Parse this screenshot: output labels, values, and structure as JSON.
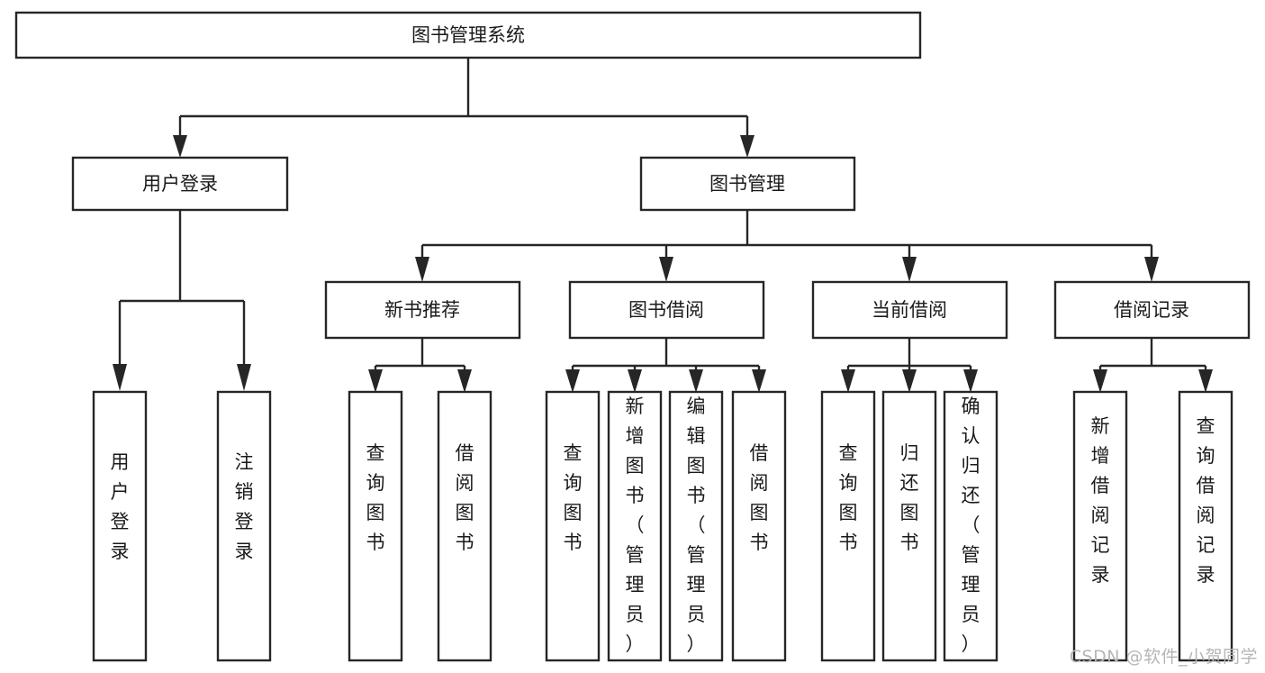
{
  "diagram": {
    "title": "图书管理系统",
    "watermark": "CSDN @软件_小贺同学",
    "colors": {
      "stroke": "#262626",
      "fill": "#ffffff",
      "text": "#1a1a1a",
      "watermark": "#b6b6b6",
      "background": "#ffffff"
    },
    "nodes": {
      "root": "图书管理系统",
      "level2": {
        "user_login": "用户登录",
        "book_management": "图书管理"
      },
      "level3": {
        "new_book_recommend": "新书推荐",
        "book_borrow": "图书借阅",
        "current_borrow": "当前借阅",
        "borrow_record": "借阅记录"
      },
      "leaves": {
        "login_user_login": "用户登录",
        "login_logout": "注销登录",
        "recommend_query_book": "查询图书",
        "recommend_borrow_book": "借阅图书",
        "borrow_query_book": "查询图书",
        "borrow_add_book": "新增图书（管理员）",
        "borrow_edit_book": "编辑图书（管理员）",
        "borrow_borrow_book": "借阅图书",
        "current_query_book": "查询图书",
        "current_return_book": "归还图书",
        "current_confirm_return": "确认归还（管理员）",
        "record_add_record": "新增借阅记录",
        "record_query_record": "查询借阅记录"
      }
    }
  },
  "chart_data": {
    "type": "diagram",
    "subtype": "tree-hierarchy",
    "title": "图书管理系统",
    "orientation": "top-down",
    "levels": 4,
    "node_count": 20,
    "tree": {
      "label": "图书管理系统",
      "children": [
        {
          "label": "用户登录",
          "children": [
            {
              "label": "用户登录",
              "children": []
            },
            {
              "label": "注销登录",
              "children": []
            }
          ]
        },
        {
          "label": "图书管理",
          "children": [
            {
              "label": "新书推荐",
              "children": [
                {
                  "label": "查询图书",
                  "children": []
                },
                {
                  "label": "借阅图书",
                  "children": []
                }
              ]
            },
            {
              "label": "图书借阅",
              "children": [
                {
                  "label": "查询图书",
                  "children": []
                },
                {
                  "label": "新增图书（管理员）",
                  "children": []
                },
                {
                  "label": "编辑图书（管理员）",
                  "children": []
                },
                {
                  "label": "借阅图书",
                  "children": []
                }
              ]
            },
            {
              "label": "当前借阅",
              "children": [
                {
                  "label": "查询图书",
                  "children": []
                },
                {
                  "label": "归还图书",
                  "children": []
                },
                {
                  "label": "确认归还（管理员）",
                  "children": []
                }
              ]
            },
            {
              "label": "借阅记录",
              "children": [
                {
                  "label": "新增借阅记录",
                  "children": []
                },
                {
                  "label": "查询借阅记录",
                  "children": []
                }
              ]
            }
          ]
        }
      ]
    },
    "edges": [
      {
        "from": "图书管理系统",
        "to": "用户登录"
      },
      {
        "from": "图书管理系统",
        "to": "图书管理"
      },
      {
        "from": "用户登录",
        "to": "用户登录"
      },
      {
        "from": "用户登录",
        "to": "注销登录"
      },
      {
        "from": "图书管理",
        "to": "新书推荐"
      },
      {
        "from": "图书管理",
        "to": "图书借阅"
      },
      {
        "from": "图书管理",
        "to": "当前借阅"
      },
      {
        "from": "图书管理",
        "to": "借阅记录"
      },
      {
        "from": "新书推荐",
        "to": "查询图书"
      },
      {
        "from": "新书推荐",
        "to": "借阅图书"
      },
      {
        "from": "图书借阅",
        "to": "查询图书"
      },
      {
        "from": "图书借阅",
        "to": "新增图书（管理员）"
      },
      {
        "from": "图书借阅",
        "to": "编辑图书（管理员）"
      },
      {
        "from": "图书借阅",
        "to": "借阅图书"
      },
      {
        "from": "当前借阅",
        "to": "查询图书"
      },
      {
        "from": "当前借阅",
        "to": "归还图书"
      },
      {
        "from": "当前借阅",
        "to": "确认归还（管理员）"
      },
      {
        "from": "借阅记录",
        "to": "新增借阅记录"
      },
      {
        "from": "借阅记录",
        "to": "查询借阅记录"
      }
    ]
  }
}
